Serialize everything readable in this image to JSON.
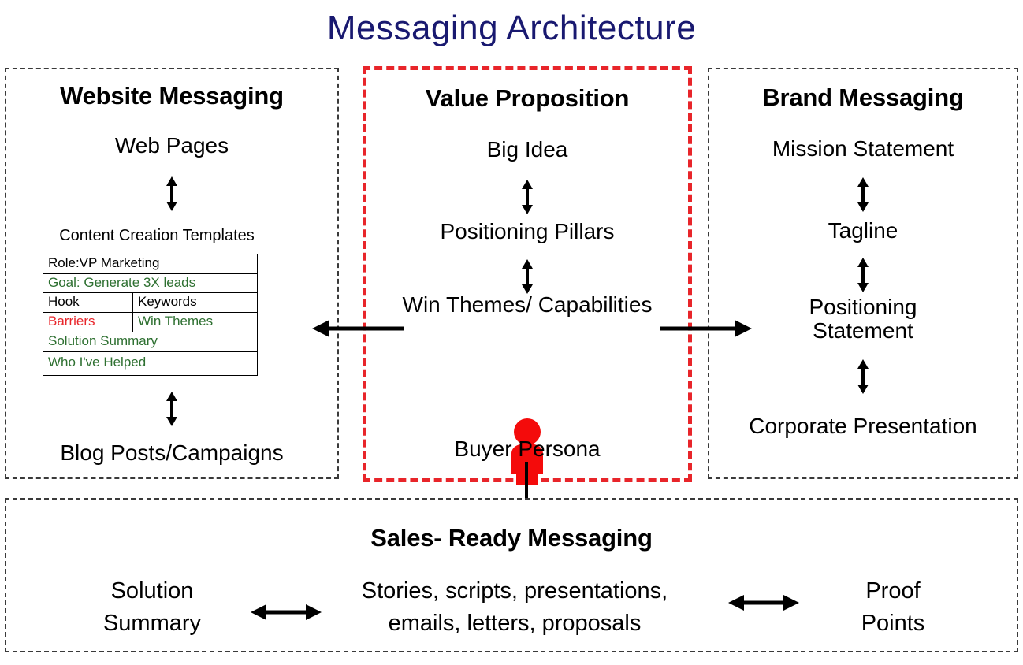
{
  "title": "Messaging Architecture",
  "colors": {
    "title": "#191970",
    "accent_red": "#e8252a",
    "green": "#2e7031",
    "panel_border": "#3a3a3a"
  },
  "panels": {
    "website": {
      "heading": "Website Messaging",
      "nodes": {
        "web_pages": "Web Pages",
        "blog_posts": "Blog Posts/Campaigns"
      },
      "template": {
        "caption": "Content Creation Templates",
        "rows": [
          {
            "cells": [
              "Role:VP Marketing"
            ],
            "colors": [
              "black"
            ],
            "span": 2
          },
          {
            "cells": [
              "Goal: Generate 3X leads"
            ],
            "colors": [
              "green"
            ],
            "span": 2
          },
          {
            "cells": [
              "Hook",
              "Keywords"
            ],
            "colors": [
              "black",
              "black"
            ],
            "span": 1
          },
          {
            "cells": [
              "Barriers",
              "Win Themes"
            ],
            "colors": [
              "red",
              "green"
            ],
            "span": 1
          },
          {
            "cells": [
              "Solution Summary"
            ],
            "colors": [
              "green"
            ],
            "span": 2
          },
          {
            "cells": [
              "Who I've Helped"
            ],
            "colors": [
              "green"
            ],
            "span": 2
          }
        ]
      }
    },
    "value": {
      "heading": "Value Proposition",
      "nodes": {
        "big_idea": "Big Idea",
        "positioning_pillars": "Positioning Pillars",
        "win_themes": "Win Themes/ Capabilities",
        "buyer_persona": "Buyer Persona"
      },
      "icon": "person-icon"
    },
    "brand": {
      "heading": "Brand Messaging",
      "nodes": {
        "mission": "Mission Statement",
        "tagline": "Tagline",
        "positioning": "Positioning\nStatement",
        "positioning_line1": "Positioning",
        "positioning_line2": "Statement",
        "corporate": "Corporate Presentation"
      }
    },
    "sales": {
      "heading": "Sales- Ready Messaging",
      "left": {
        "line1": "Solution",
        "line2": "Summary"
      },
      "center": {
        "line1": "Stories, scripts, presentations,",
        "line2": "emails, letters, proposals"
      },
      "right": {
        "line1": "Proof",
        "line2": "Points"
      }
    }
  },
  "connectors": {
    "value_to_website": "left-arrow",
    "value_to_brand": "right-arrow",
    "persona_to_sales": "down-arrow",
    "sales_left_link": "double-horizontal-arrow",
    "sales_right_link": "double-horizontal-arrow"
  }
}
